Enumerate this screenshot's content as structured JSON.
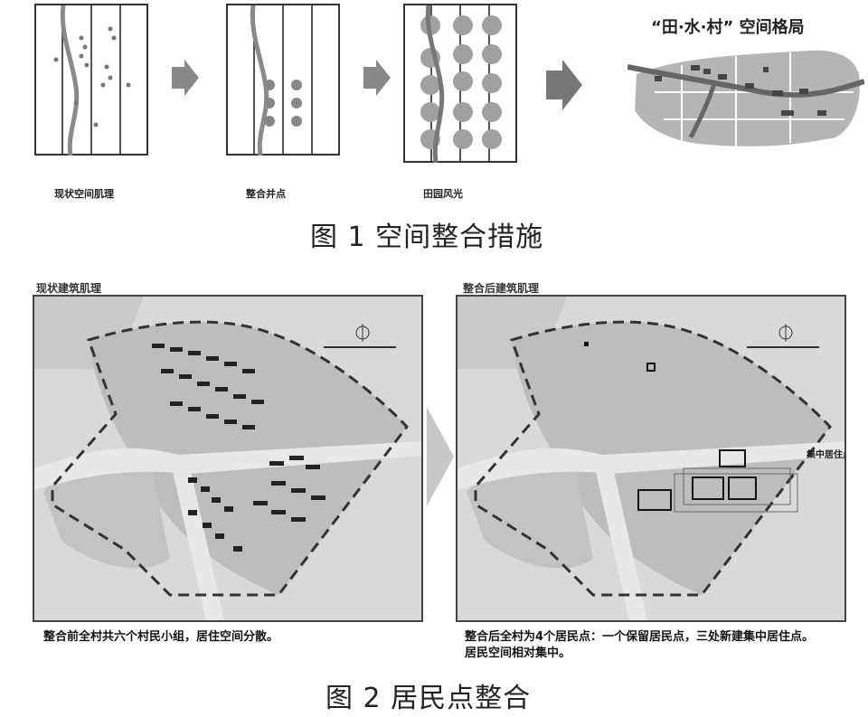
{
  "figure1": {
    "steps": [
      {
        "label": "现状空间肌理"
      },
      {
        "label": "整合并点"
      },
      {
        "label": "田园风光"
      }
    ],
    "final_title": "“田·水·村” 空间格局",
    "caption": "图 1    空间整合措施"
  },
  "figure2": {
    "left": {
      "title": "现状建筑肌理",
      "caption": "整合前全村共六个村民小组，居住空间分散。"
    },
    "right": {
      "title": "整合后建筑肌理",
      "caption_line1": "整合后全村为4个居民点：一个保留居民点，三处新建集中居住点。",
      "caption_line2": "居民空间相对集中。",
      "annotation": "集中居住点"
    },
    "caption": "图 2    居民点整合"
  }
}
